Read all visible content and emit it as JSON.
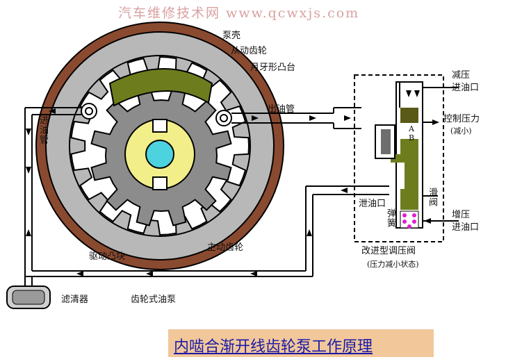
{
  "watermark": "汽车维修技术网 www.qcwxjs.com",
  "title": "内啮合渐开线齿轮泵工作原理",
  "labels": {
    "pump_housing": "泵壳",
    "driven_gear": "从动齿轮",
    "crescent": "月牙形凸台",
    "outlet_pipe": "出油管",
    "inlet_pipe": "进油管",
    "drive_cam": "驱动凸块",
    "drive_gear": "主动齿轮",
    "filter": "滤清器",
    "pump_type": "齿轮式油泵",
    "reduce_inlet_1": "减压",
    "reduce_inlet_2": "进油口",
    "control_pressure": "控制压力",
    "reduce_small": "(减小)",
    "port_a": "A",
    "port_b": "B",
    "drain": "泄油口",
    "spool": "滑阀",
    "spring": "弹簧",
    "increase_inlet_1": "增压",
    "increase_inlet_2": "进油口",
    "valve_name": "改进型调压阀",
    "valve_state": "(压力减小状态)"
  },
  "colors": {
    "housing_ring": "#8a4a30",
    "pump_body": "#b8b8b8",
    "gear_fill": "#8c8c8c",
    "crescent": "#6d7d1e",
    "hub": "#f2ef8a",
    "shaft": "#4dd3e0",
    "valve_dark": "#5a5a18",
    "valve_olive": "#6d7d1e",
    "spring_dots": "#e020d0",
    "title_bg": "#f2c79a",
    "title_text": "#1a1aa8"
  }
}
